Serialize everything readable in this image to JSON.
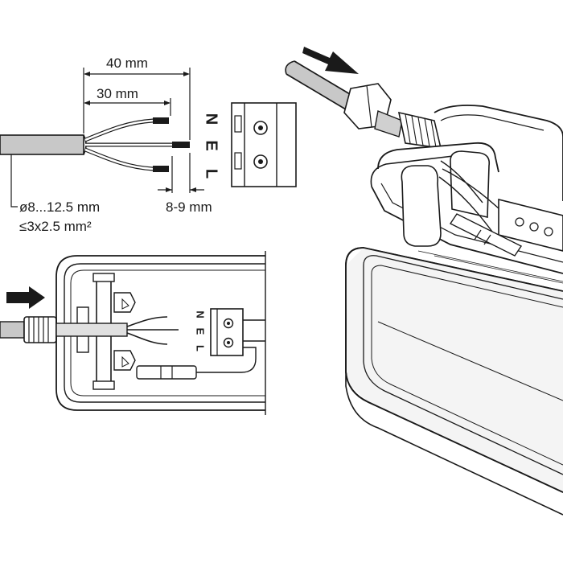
{
  "dimensions": {
    "strip_total": "40 mm",
    "strip_inner": "30 mm",
    "strip_conductor": "8-9 mm"
  },
  "cable_spec": {
    "diameter": "ø8...12.5 mm",
    "cross_section": "≤3x2.5 mm²"
  },
  "terminal_labels": {
    "top": {
      "n": "N",
      "e": "E",
      "l": "L"
    },
    "detail": {
      "n": "N",
      "e": "E",
      "l": "L"
    }
  },
  "colors": {
    "line": "#1a1a1a",
    "cable_sheath": "#c8c8c8",
    "housing_fill": "#f2f2f2"
  }
}
